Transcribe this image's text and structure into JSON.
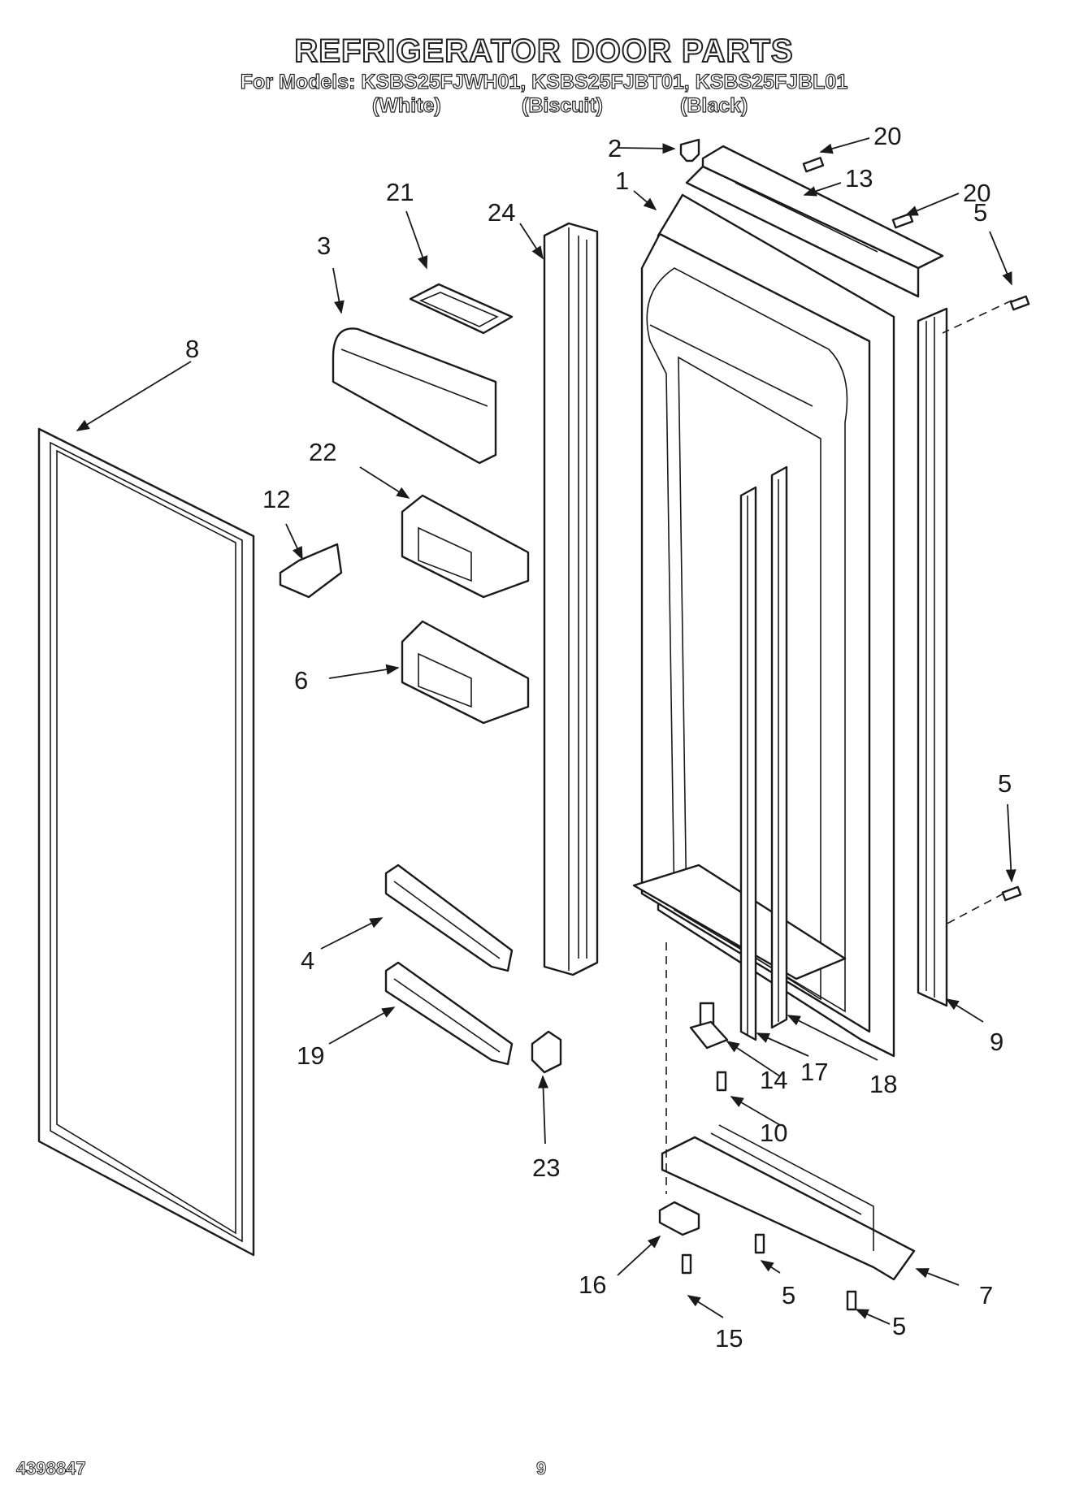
{
  "header": {
    "title": "REFRIGERATOR DOOR PARTS",
    "models_line": "For Models: KSBS25FJWH01, KSBS25FJBT01, KSBS25FJBL01",
    "variants": [
      "(White)",
      "(Biscuit)",
      "(Black)"
    ]
  },
  "callouts": {
    "c1": "1",
    "c2": "2",
    "c3": "3",
    "c4": "4",
    "c5a": "5",
    "c5b": "5",
    "c5c": "5",
    "c5d": "5",
    "c6": "6",
    "c7": "7",
    "c8": "8",
    "c9": "9",
    "c10": "10",
    "c12": "12",
    "c13": "13",
    "c14": "14",
    "c15": "15",
    "c16": "16",
    "c17": "17",
    "c18": "18",
    "c19": "19",
    "c20a": "20",
    "c20b": "20",
    "c21": "21",
    "c22": "22",
    "c23": "23",
    "c24": "24"
  },
  "footer": {
    "doc_number": "4398847",
    "page": "9"
  }
}
